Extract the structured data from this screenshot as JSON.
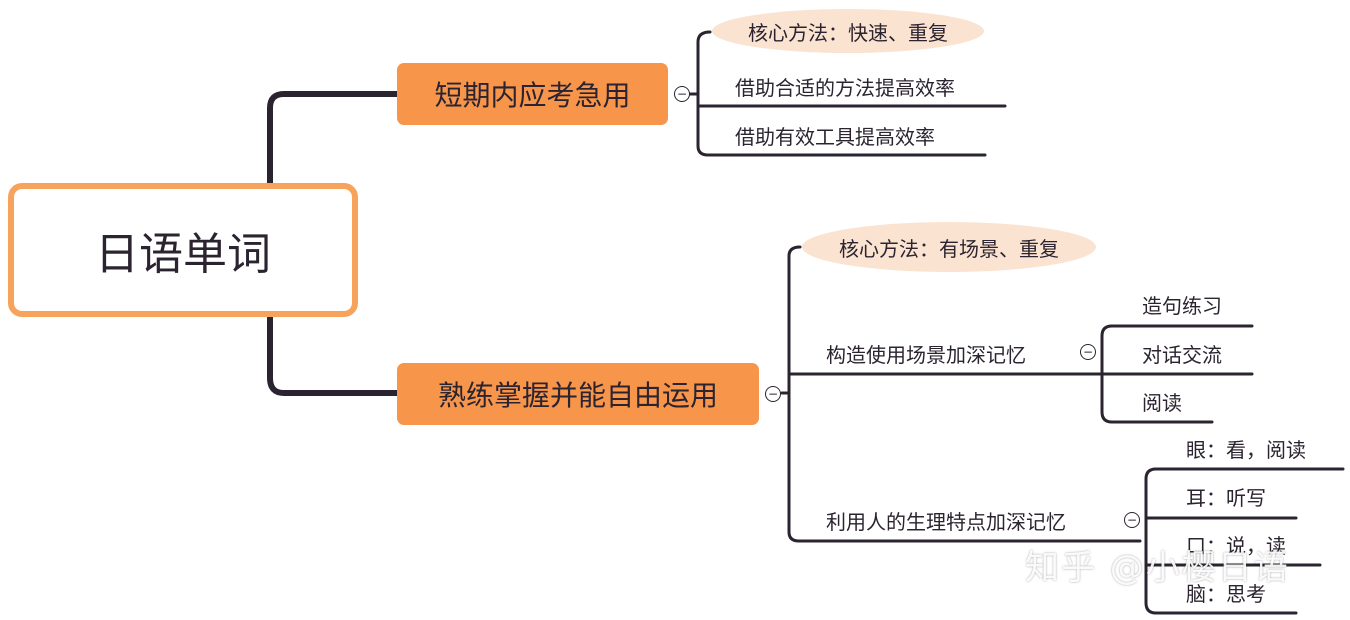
{
  "mindmap": {
    "root": "日语单词",
    "branch_short": {
      "label": "短期内应考急用",
      "core": "核心方法：快速、重复",
      "items": [
        "借助合适的方法提高效率",
        "借助有效工具提高效率"
      ]
    },
    "branch_master": {
      "label": "熟练掌握并能自由运用",
      "core": "核心方法：有场景、重复",
      "scene": {
        "label": "构造使用场景加深记忆",
        "items": [
          "造句练习",
          "对话交流",
          "阅读"
        ]
      },
      "physio": {
        "label": "利用人的生理特点加深记忆",
        "items": [
          "眼：看，阅读",
          "耳：听写",
          "口：说，读",
          "脑：思考"
        ]
      }
    },
    "collapse_symbol": "−",
    "colors": {
      "accent": "#f7954a",
      "root_border": "#f7a35c",
      "pill": "#fbe3d1",
      "line": "#2b2430"
    }
  },
  "watermark": "知乎 @小樱日语"
}
